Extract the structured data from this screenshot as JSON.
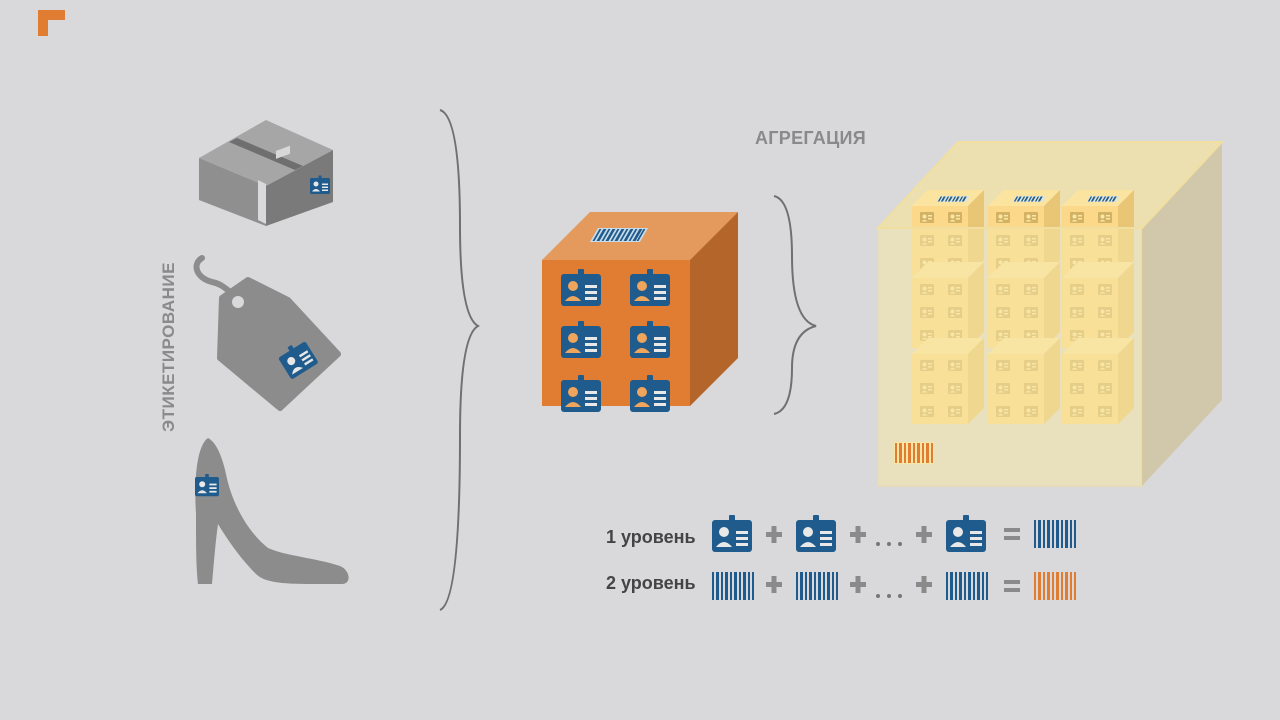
{
  "labeling": {
    "title": "ЭТИКЕТИРОВАНИЕ"
  },
  "aggregation": {
    "title": "АГРЕГАЦИЯ"
  },
  "levels": [
    {
      "label": "1 уровень"
    },
    {
      "label": "2 уровень"
    }
  ],
  "icons": {
    "logo": "corner-logo-icon",
    "box": "gray-box-icon",
    "tag": "price-tag-icon",
    "shoe": "high-heel-shoe-icon",
    "badge": "id-badge-icon",
    "barcode": "barcode-icon"
  },
  "colors": {
    "background": "#d9d9db",
    "accent_orange": "#e07d32",
    "badge_blue": "#1f5b8c",
    "item_gray": "#8c8c8c",
    "pallet_yellow": "#f5db7a",
    "label_gray": "#8a8a8a"
  }
}
